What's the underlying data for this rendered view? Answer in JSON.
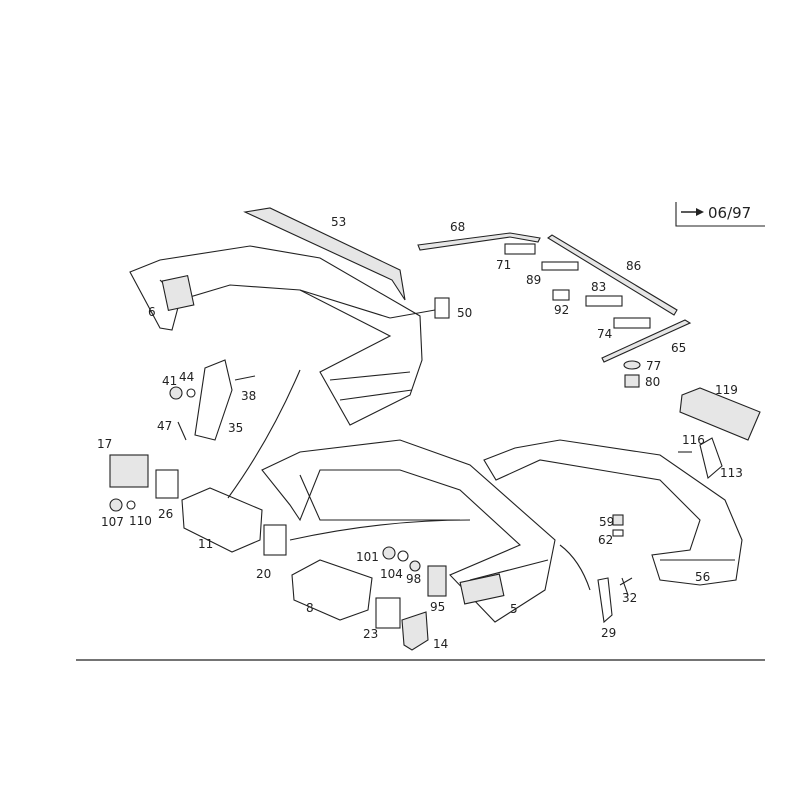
{
  "validity": {
    "arrow_icon": "arrow-right-icon",
    "label": "06/97"
  },
  "parts": {
    "p53": "53",
    "p68": "68",
    "p71": "71",
    "p89": "89",
    "p86": "86",
    "p83": "83",
    "p92": "92",
    "p74": "74",
    "p65": "65",
    "p77": "77",
    "p80": "80",
    "p119": "119",
    "p116": "116",
    "p113": "113",
    "p6": "6",
    "p50": "50",
    "p41": "41",
    "p44": "44",
    "p38": "38",
    "p47": "47",
    "p35": "35",
    "p17": "17",
    "p26": "26",
    "p107": "107",
    "p110": "110",
    "p11": "11",
    "p20": "20",
    "p101": "101",
    "p104": "104",
    "p98": "98",
    "p8": "8",
    "p95": "95",
    "p5": "5",
    "p23": "23",
    "p14": "14",
    "p59": "59",
    "p62": "62",
    "p32": "32",
    "p29": "29",
    "p56": "56"
  }
}
